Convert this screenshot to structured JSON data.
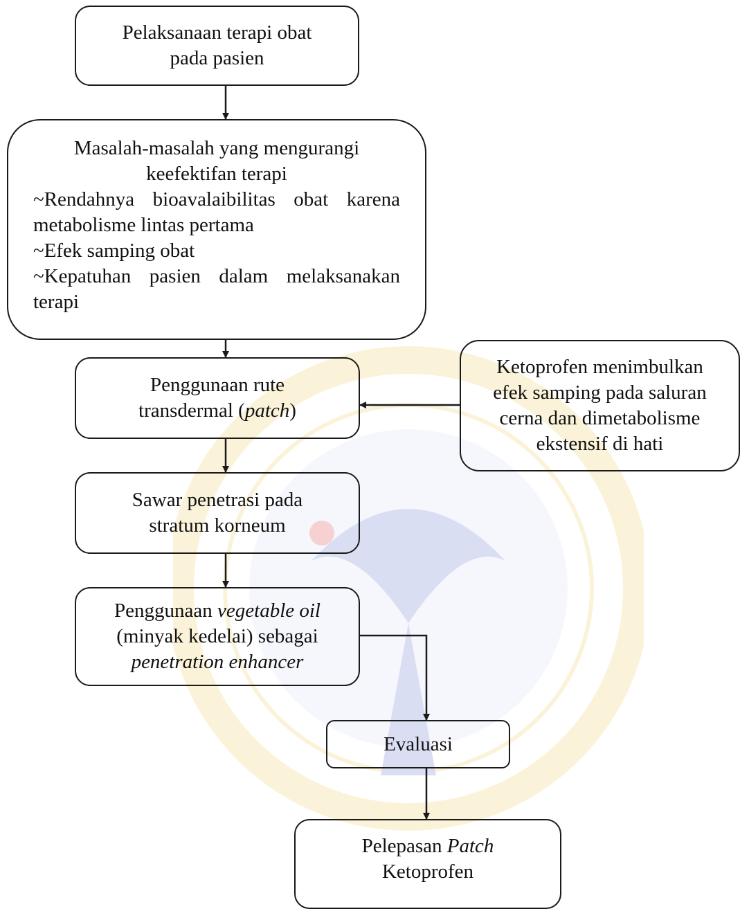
{
  "colors": {
    "stroke": "#1a1a1a",
    "watermark_gold": "#f3d36a",
    "watermark_blue": "#6f7fd0",
    "watermark_red": "#e34b4b"
  },
  "nodes": {
    "therapy": {
      "line1": "Pelaksanaan terapi obat",
      "line2": "pada pasien"
    },
    "problems": {
      "title1": "Masalah-masalah yang mengurangi",
      "title2": "keefektifan terapi",
      "item1a": "~Rendahnya bioavalaibilitas obat karena",
      "item1b": "metabolisme lintas pertama",
      "item2": "~Efek samping obat",
      "item3a": "~Kepatuhan pasien dalam melaksanakan",
      "item3b": "terapi"
    },
    "transdermal": {
      "line1": "Penggunaan rute",
      "line2_pre": "transdermal (",
      "line2_em": "patch",
      "line2_post": ")"
    },
    "ketoprofen_effects": {
      "line1": "Ketoprofen menimbulkan",
      "line2": "efek samping pada saluran",
      "line3": "cerna dan dimetabolisme",
      "line4": "ekstensif di hati"
    },
    "barrier": {
      "line1": "Sawar penetrasi pada",
      "line2": "stratum korneum"
    },
    "vegetable_oil": {
      "line1_pre": "Penggunaan ",
      "line1_em": "vegetable oil",
      "line2": "(minyak kedelai) sebagai",
      "line3_em": "penetration enhancer"
    },
    "evaluation": {
      "label": "Evaluasi"
    },
    "release": {
      "line1_pre": "Pelepasan ",
      "line1_em": "Patch",
      "line2": "Ketoprofen"
    }
  }
}
